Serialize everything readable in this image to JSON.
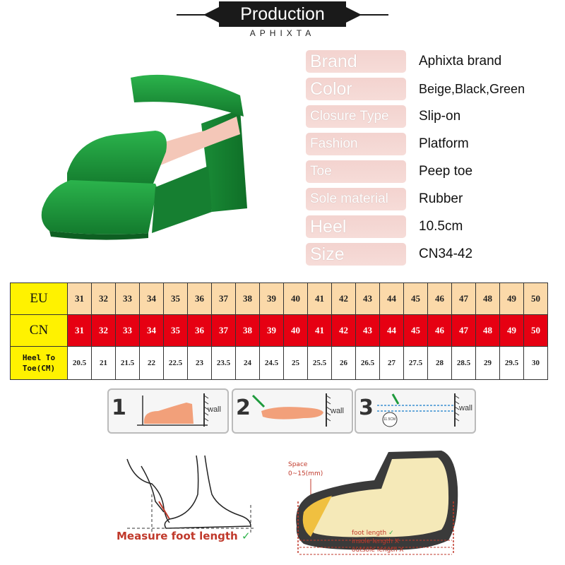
{
  "header": {
    "title": "Production",
    "subtitle": "APHIXTA"
  },
  "specs": [
    {
      "label": "Brand",
      "value": "Aphixta brand"
    },
    {
      "label": "Color",
      "value": "Beige,Black,Green"
    },
    {
      "label": "Closure Type",
      "value": "Slip-on"
    },
    {
      "label": "Fashion",
      "value": "Platform"
    },
    {
      "label": "Toe",
      "value": "Peep toe"
    },
    {
      "label": "Sole material",
      "value": "Rubber"
    },
    {
      "label": "Heel",
      "value": "10.5cm"
    },
    {
      "label": "Size",
      "value": "CN34-42"
    }
  ],
  "size_table": {
    "eu_label": "EU",
    "cn_label": "CN",
    "heel_label_1": "Heel To",
    "heel_label_2": "Toe(CM)",
    "eu": [
      "31",
      "32",
      "33",
      "34",
      "35",
      "36",
      "37",
      "38",
      "39",
      "40",
      "41",
      "42",
      "43",
      "44",
      "45",
      "46",
      "47",
      "48",
      "49",
      "50"
    ],
    "cn": [
      "31",
      "32",
      "33",
      "34",
      "35",
      "36",
      "37",
      "38",
      "39",
      "40",
      "41",
      "42",
      "43",
      "44",
      "45",
      "46",
      "47",
      "48",
      "49",
      "50"
    ],
    "heel_to_toe": [
      "20.5",
      "21",
      "21.5",
      "22",
      "22.5",
      "23",
      "23.5",
      "24",
      "24.5",
      "25",
      "25.5",
      "26",
      "26.5",
      "27",
      "27.5",
      "28",
      "28.5",
      "29",
      "29.5",
      "30"
    ]
  },
  "steps": [
    {
      "num": "1",
      "wall": "wall"
    },
    {
      "num": "2",
      "wall": "wall"
    },
    {
      "num": "3",
      "wall": "wall",
      "note": "11.5CM"
    }
  ],
  "measure": {
    "caption": "Measure foot length",
    "check": "✓"
  },
  "foot_diagram": {
    "space_label": "Space",
    "space_range": "0~15(mm)",
    "foot_length": "foot length",
    "insole_length": "insole length",
    "outsole_length": "outsole length",
    "check": "✓",
    "cross": "X"
  },
  "colors": {
    "shoe_green": "#1e9a3c",
    "cn_red": "#e60012",
    "eu_bg": "#fbd9a9",
    "label_yellow": "#fff200",
    "spec_label_bg": "#f3d3cf"
  }
}
